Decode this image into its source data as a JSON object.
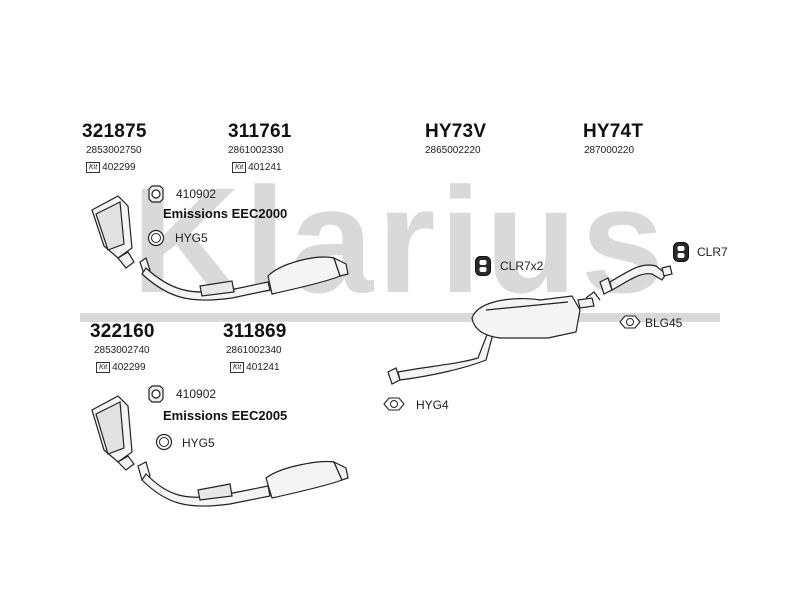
{
  "watermark": {
    "text": "Klarius"
  },
  "groups": [
    {
      "part": "321875",
      "oe": "2853002750",
      "kit_label": "Kit",
      "kit": "402299",
      "bracket": "410902",
      "emissions": "Emissions EEC2000",
      "gasket": "HYG5"
    },
    {
      "part": "311761",
      "oe": "2861002330",
      "kit_label": "Kit",
      "kit": "401241"
    },
    {
      "part": "322160",
      "oe": "2853002740",
      "kit_label": "Kit",
      "kit": "402299",
      "bracket": "410902",
      "emissions": "Emissions EEC2005",
      "gasket": "HYG5"
    },
    {
      "part": "311869",
      "oe": "2861002340",
      "kit_label": "Kit",
      "kit": "401241"
    }
  ],
  "right": {
    "hy73v": {
      "part": "HY73V",
      "oe": "2865002220"
    },
    "hy74t": {
      "part": "HY74T",
      "oe": "287000220"
    },
    "clr7x2": "CLR7x2",
    "clr7": "CLR7",
    "blg45": "BLG45",
    "hyg4": "HYG4"
  },
  "colors": {
    "watermark": "#d6d6d6",
    "line": "#222222",
    "part_fill": "#f2f2f2"
  }
}
